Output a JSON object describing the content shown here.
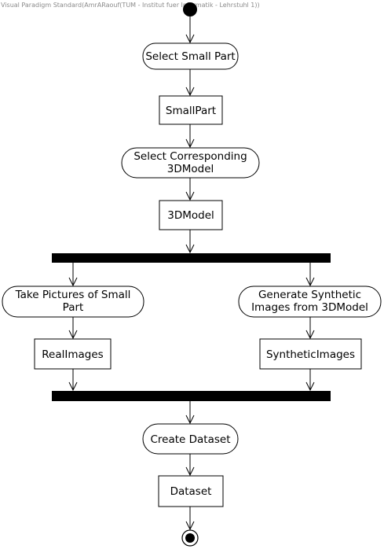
{
  "watermark": "Visual Paradigm Standard(AmrARaouf(TUM - Institut fuer Informatik - Lehrstuhl 1))",
  "colors": {
    "stroke": "#000000",
    "fill": "#ffffff",
    "bar": "#000000"
  },
  "actions": {
    "select_small_part": [
      "Select Small Part"
    ],
    "select_3dmodel": [
      "Select Corresponding",
      "3DModel"
    ],
    "take_pictures": [
      "Take Pictures of Small",
      "Part"
    ],
    "generate_synthetic": [
      "Generate Synthetic",
      "Images from 3DModel"
    ],
    "create_dataset": [
      "Create Dataset"
    ]
  },
  "objects": {
    "small_part": "SmallPart",
    "model_3d": "3DModel",
    "real_images": "RealImages",
    "synthetic_images": "SyntheticImages",
    "dataset": "Dataset"
  }
}
